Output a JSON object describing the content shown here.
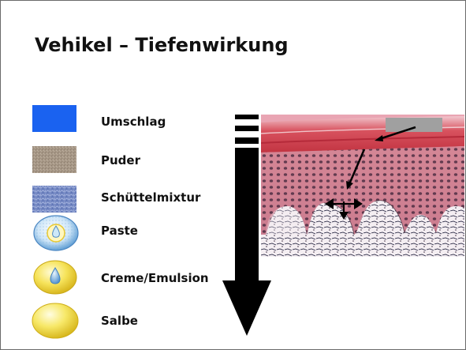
{
  "slide": {
    "title": "Vehikel – Tiefenwirkung"
  },
  "vehicles": [
    {
      "label": "Umschlag",
      "swatch": "blue-square",
      "color": "#1a62f0"
    },
    {
      "label": "Puder",
      "swatch": "powder-texture-square",
      "color": "#a39485"
    },
    {
      "label": "Schüttelmixtur",
      "swatch": "shake-mixture-texture-square",
      "color": "#7f92c8"
    },
    {
      "label": "Paste",
      "swatch": "paste-bubble-icon",
      "color": "#bcdcf3"
    },
    {
      "label": "Creme/Emulsion",
      "swatch": "cream-drop-icon",
      "color": "#f1df52"
    },
    {
      "label": "Salbe",
      "swatch": "ointment-ellipse-icon",
      "color": "#f4e56a"
    }
  ],
  "diagram": {
    "depth_arrow": "down-arrow-icon",
    "image": "skin-histology-image"
  }
}
